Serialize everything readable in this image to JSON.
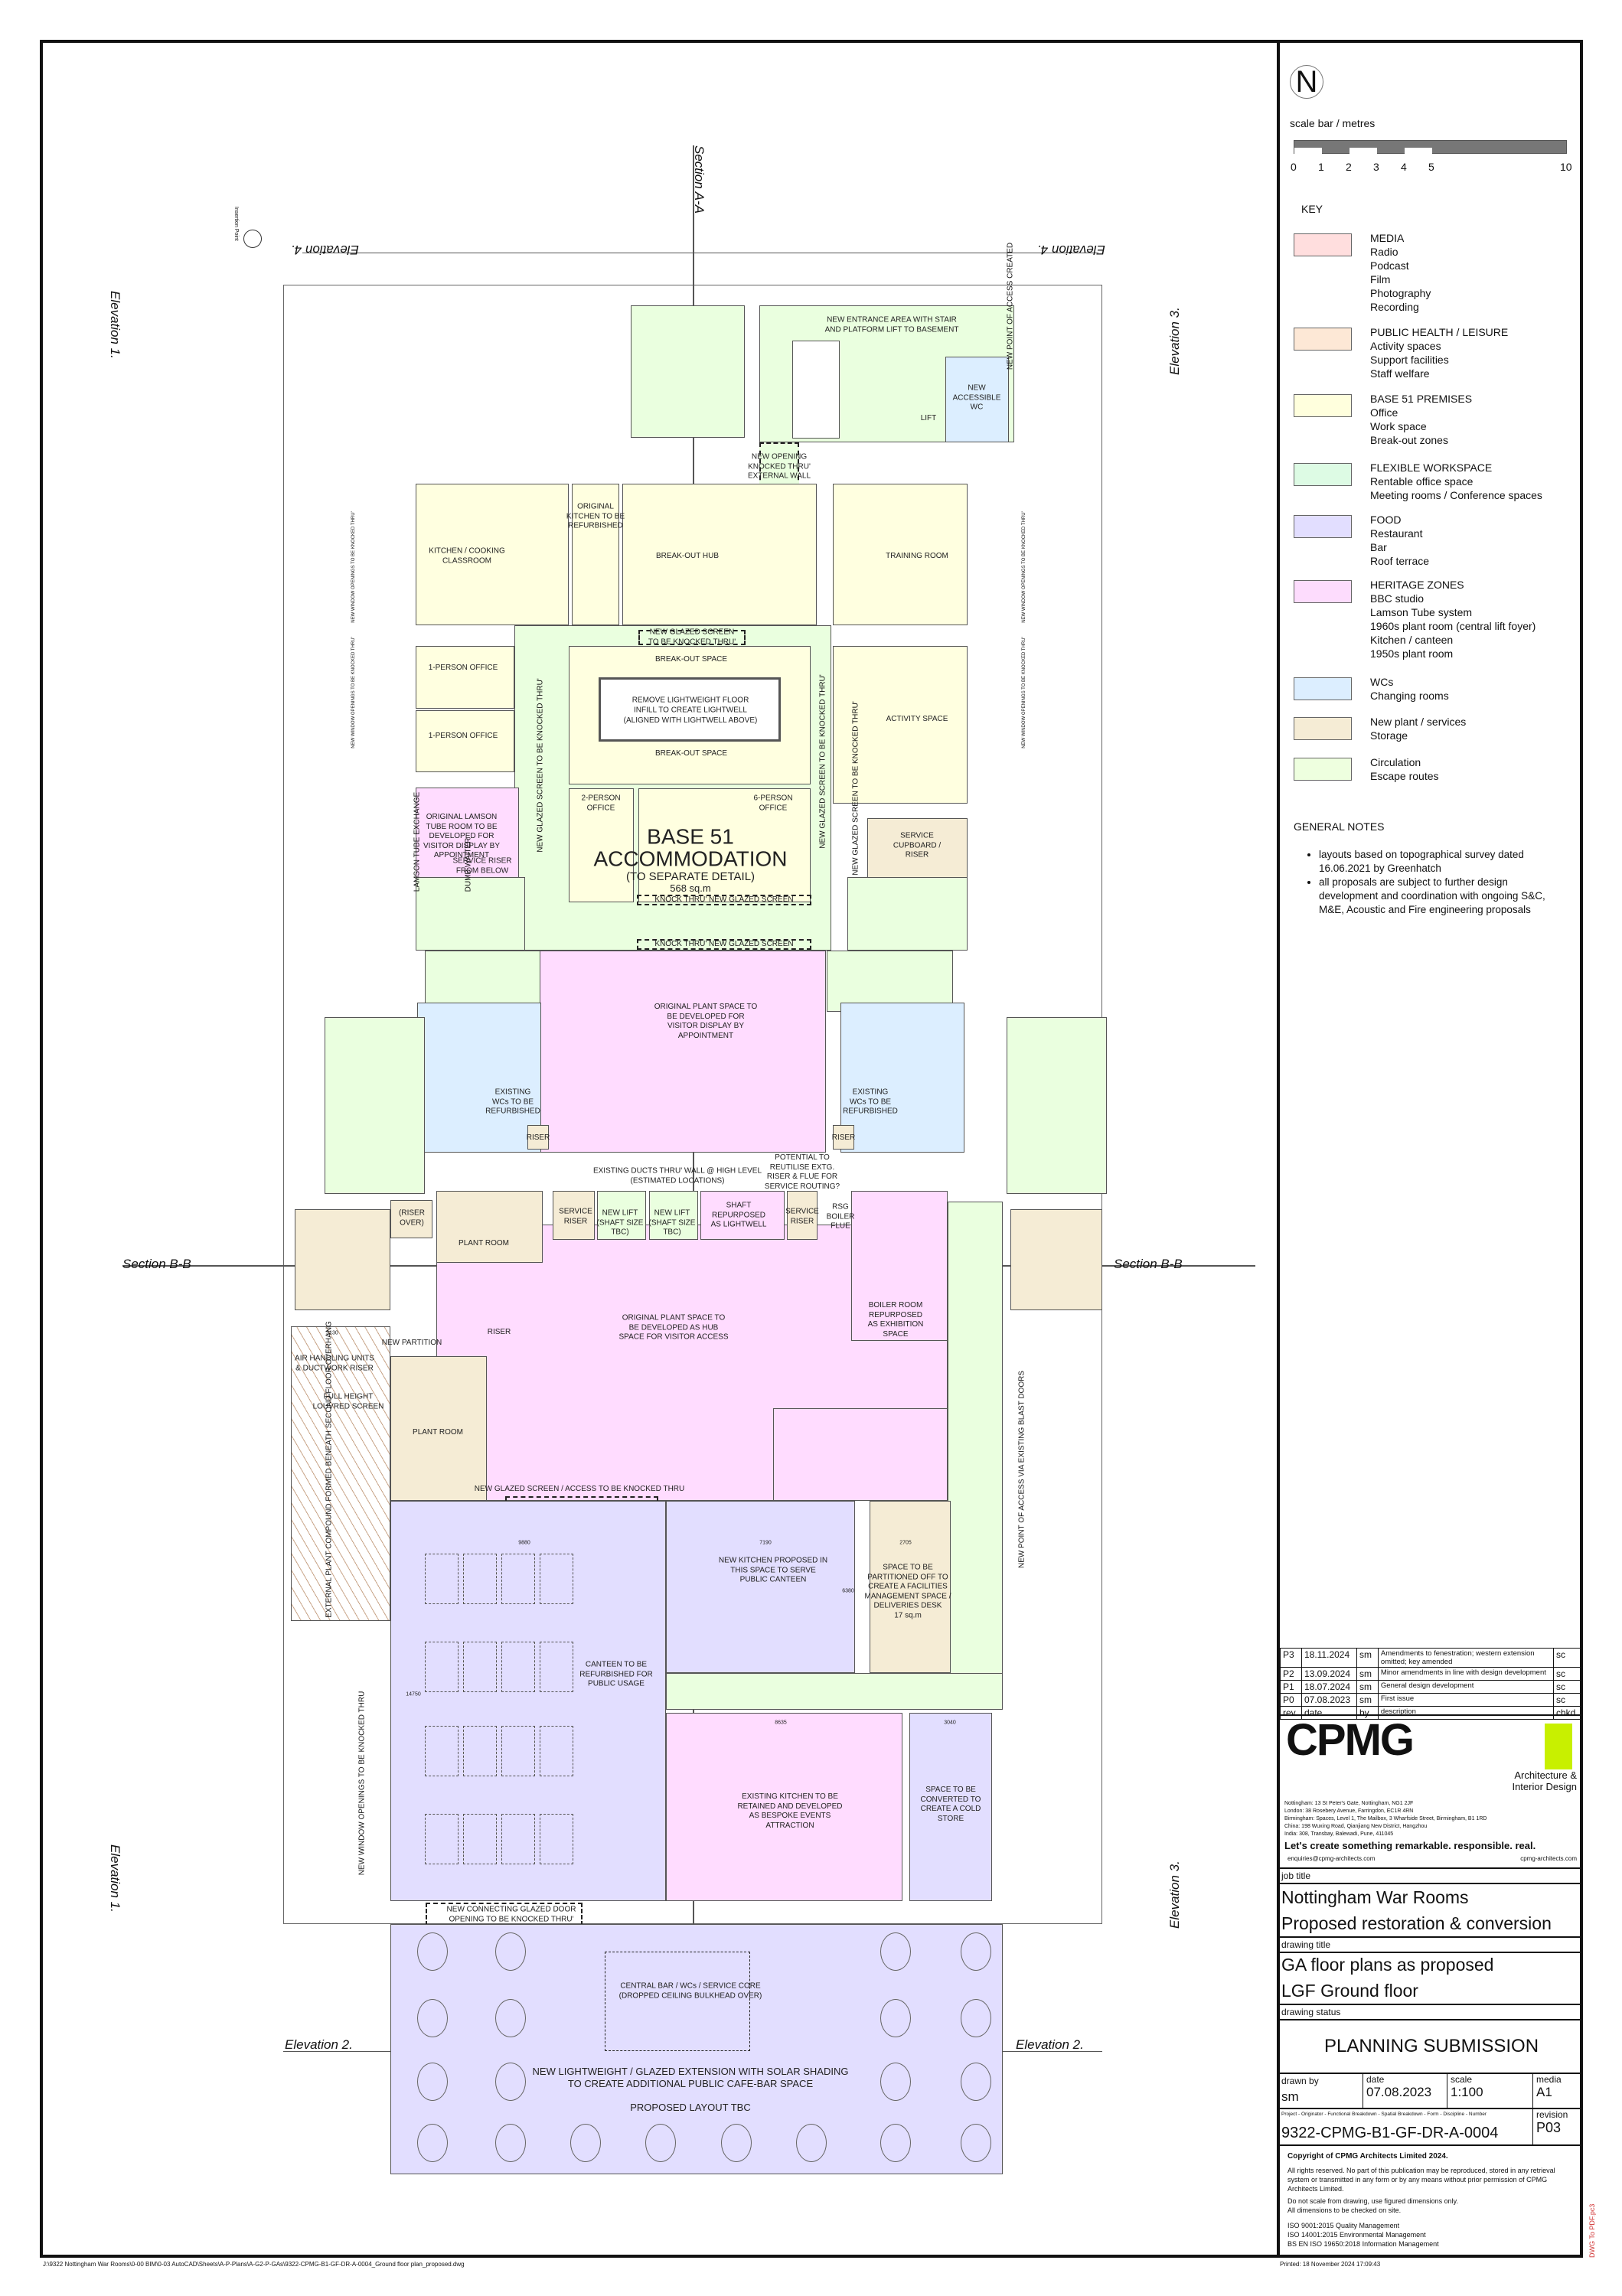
{
  "plan": {
    "refs": {
      "section_aa": "Section A-A",
      "section_bb_left": "Section B-B",
      "section_bb_right": "Section B-B",
      "elev1_top": "Elevation 1.",
      "elev1_bottom": "Elevation 1.",
      "elev2_left": "Elevation 2.",
      "elev2_right": "Elevation 2.",
      "elev3_top": "Elevation 3.",
      "elev3_bottom": "Elevation 3.",
      "elev4_left": "Elevation 4.",
      "elev4_right": "Elevation 4.",
      "insertion_point": "Insertion Point"
    },
    "labels": {
      "entrance": "NEW ENTRANCE AREA WITH STAIR\nAND PLATFORM LIFT TO BASEMENT",
      "access_created": "NEW POINT OF ACCESS CREATED",
      "accessible_wc": "NEW\nACCESSIBLE\nWC",
      "lift": "LIFT",
      "new_opening": "NEW OPENING\nKNOCKED THRU'\nEXTERNAL WALL",
      "kitchen_classroom": "KITCHEN / COOKING\nCLASSROOM",
      "original_kitchen": "ORIGINAL\nKITCHEN TO BE\nREFURBISHED",
      "breakout_hub": "BREAK-OUT HUB",
      "training_room": "TRAINING ROOM",
      "glazed_screen_top": "NEW GLAZED SCREEN\nTO BE KNOCKED THRU'",
      "office1a": "1-PERSON OFFICE",
      "office1b": "1-PERSON OFFICE",
      "breakout_space_top": "BREAK-OUT SPACE",
      "breakout_space_bottom": "BREAK-OUT SPACE",
      "lightwell": "REMOVE LIGHTWEIGHT FLOOR\nINFILL TO CREATE LIGHTWELL",
      "lightwell_note": "(ALIGNED WITH LIGHTWELL ABOVE)",
      "glazed_screen_left": "NEW GLAZED SCREEN TO BE KNOCKED THRU'",
      "glazed_screen_mid": "NEW GLAZED SCREEN TO BE KNOCKED THRU'",
      "glazed_screen_right": "NEW GLAZED SCREEN TO BE KNOCKED THRU'",
      "activity_space": "ACTIVITY SPACE",
      "lamson_room": "ORIGINAL LAMSON\nTUBE ROOM TO BE\nDEVELOPED FOR\nVISITOR DISPLAY BY\nAPPOINTMENT",
      "lamson_exchange": "LAMSON TUBE EXCHANGE",
      "dumb_waiter": "DUMB WAITER",
      "service_riser_below": "SERVICE RISER\nFROM BELOW",
      "office2": "2-PERSON\nOFFICE",
      "office6": "6-PERSON\nOFFICE",
      "base51_title": "BASE 51\nACCOMMODATION",
      "base51_sub": "(TO SEPARATE DETAIL)",
      "base51_area": "568 sq.m",
      "service_cupboard": "SERVICE\nCUPBOARD /\nRISER",
      "knock_thru_1": "KNOCK THRU' NEW GLAZED SCREEN",
      "knock_thru_2": "KNOCK THRU' NEW GLAZED SCREEN",
      "window_left_top": "NEW WINDOW OPENINGS TO BE KNOCKED THRU'",
      "window_left_mid": "NEW WINDOW OPENINGS TO BE KNOCKED THRU'",
      "window_right_top": "NEW WINDOW OPENINGS TO BE KNOCKED THRU'",
      "window_right_mid": "NEW WINDOW OPENINGS TO BE KNOCKED THRU'",
      "window_left_bottom": "NEW WINDOW OPENINGS TO BE KNOCKED THRU",
      "orig_plant_display": "ORIGINAL PLANT SPACE TO\nBE DEVELOPED FOR\nVISITOR DISPLAY BY\nAPPOINTMENT",
      "wcs_left": "EXISTING\nWCs TO BE\nREFURBISHED",
      "wcs_right": "EXISTING\nWCs TO BE\nREFURBISHED",
      "riser_left": "RISER",
      "riser_right": "RISER",
      "ducts": "EXISTING DUCTS THRU' WALL @ HIGH LEVEL\n(ESTIMATED LOCATIONS)",
      "potential": "POTENTIAL TO\nREUTILISE EXTG.\nRISER & FLUE FOR\nSERVICE ROUTING?",
      "riser_over": "(RISER\nOVER)",
      "plant_room_1": "PLANT ROOM",
      "service_riser_1": "SERVICE\nRISER",
      "new_lift_1": "NEW LIFT\n(SHAFT SIZE\nTBC)",
      "new_lift_2": "NEW LIFT\n(SHAFT SIZE\nTBC)",
      "shaft_lightwell": "SHAFT\nREPURPOSED\nAS LIGHTWELL",
      "service_riser_2": "SERVICE\nRISER",
      "rsg_flue": "RSG\nBOILER\nFLUE",
      "orig_plant_hub": "ORIGINAL PLANT SPACE TO\nBE DEVELOPED AS HUB\nSPACE FOR VISITOR ACCESS",
      "riser_hub": "RISER",
      "boiler_room": "BOILER ROOM\nREPURPOSED\nAS EXHIBITION\nSPACE",
      "new_partition": "NEW PARTITION",
      "air_handling": "AIR HANDLING UNITS\n& DUCTWORK RISER",
      "louvred": "FULL HEIGHT\nLOUVRED SCREEN",
      "external_plant": "EXTERNAL PLANT COMPOUND FORMED\nBENEATH SECOND FLOOR OVERHANG",
      "plant_room_2": "PLANT ROOM",
      "access_blast": "NEW POINT OF ACCESS VIA\nEXISTING BLAST DOORS",
      "glazed_access": "NEW GLAZED SCREEN / ACCESS TO BE KNOCKED THRU",
      "new_kitchen": "NEW KITCHEN PROPOSED IN\nTHIS SPACE TO SERVE\nPUBLIC CANTEEN",
      "fm_space": "SPACE TO BE\nPARTITIONED OFF TO\nCREATE A FACILITIES\nMANAGEMENT SPACE /\nDELIVERIES DESK\n17 sq.m",
      "canteen": "CANTEEN TO BE\nREFURBISHED FOR\nPUBLIC USAGE",
      "existing_kitchen": "EXISTING KITCHEN TO BE\nRETAINED AND DEVELOPED\nAS BESPOKE EVENTS\nATTRACTION",
      "cold_store": "SPACE TO BE\nCONVERTED TO\nCREATE A COLD\nSTORE",
      "glazed_door": "NEW CONNECTING GLAZED DOOR\nOPENING TO BE KNOCKED THRU'",
      "central_bar": "CENTRAL BAR / WCs / SERVICE CORE\n(DROPPED CEILING BULKHEAD OVER)",
      "extension": "NEW LIGHTWEIGHT / GLAZED EXTENSION WITH SOLAR SHADING\nTO CREATE ADDITIONAL PUBLIC CAFE-BAR SPACE",
      "layout_tbc": "PROPOSED LAYOUT TBC"
    },
    "dims": {
      "d9880": "9880",
      "d7190": "7190",
      "d2705": "2705",
      "d14750": "14750",
      "d6380": "6380",
      "d8635": "8635",
      "d3040": "3040",
      "d3130": "3130"
    }
  },
  "panel": {
    "north": "N",
    "scale_label": "scale bar / metres",
    "scale_ticks": [
      "0",
      "1",
      "2",
      "3",
      "4",
      "5",
      "10"
    ],
    "key_title": "KEY",
    "key": [
      {
        "color": "#ffdede",
        "text": "MEDIA\nRadio\nPodcast\nFilm\nPhotography\nRecording"
      },
      {
        "color": "#fde8d6",
        "text": "PUBLIC HEALTH / LEISURE\nActivity spaces\nSupport facilities\nStaff welfare"
      },
      {
        "color": "#ffffdd",
        "text": "BASE 51 PREMISES\nOffice\nWork space\nBreak-out zones"
      },
      {
        "color": "#ddfbe4",
        "text": "FLEXIBLE WORKSPACE\nRentable office space\nMeeting rooms / Conference spaces"
      },
      {
        "color": "#e2deff",
        "text": "FOOD\nRestaurant\nBar\nRoof terrace"
      },
      {
        "color": "#fddcfd",
        "text": "HERITAGE ZONES\nBBC studio\nLamson Tube system\n1960s plant room (central lift foyer)\nKitchen / canteen\n1950s plant room"
      },
      {
        "color": "#dceeff",
        "text": "WCs\nChanging rooms"
      },
      {
        "color": "#f5ecd5",
        "text": "New plant / services\nStorage"
      },
      {
        "color": "#eeffdf",
        "text": "Circulation\nEscape routes"
      }
    ],
    "notes_title": "GENERAL NOTES",
    "notes": [
      "layouts based on topographical survey dated 16.06.2021 by Greenhatch",
      "all proposals are subject to further design development and coordination with ongoing S&C, M&E, Acoustic and Fire engineering proposals"
    ]
  },
  "revisions": {
    "rows": [
      {
        "rev": "P3",
        "date": "18.11.2024",
        "by": "sm",
        "desc": "Amendments to fenestration; western extension omitted; key amended",
        "chkd": "sc"
      },
      {
        "rev": "P2",
        "date": "13.09.2024",
        "by": "sm",
        "desc": "Minor amendments in line with design development",
        "chkd": "sc"
      },
      {
        "rev": "P1",
        "date": "18.07.2024",
        "by": "sm",
        "desc": "General design development",
        "chkd": "sc"
      },
      {
        "rev": "P0",
        "date": "07.08.2023",
        "by": "sm",
        "desc": "First issue",
        "chkd": "sc"
      }
    ],
    "header": {
      "rev": "rev",
      "date": "date",
      "by": "by",
      "desc": "description",
      "chkd": "chkd"
    }
  },
  "company": {
    "logo": "CPMG",
    "tagline_side": "Architecture &\nInterior Design",
    "addresses": [
      "Nottingham: 13 St Peter's Gate, Nottingham, NG1 2JF",
      "London: 38 Rosebery Avenue, Farringdon, EC1R 4RN",
      "Birmingham: Spaces, Level 1, The Mailbox, 3 Wharfside Street, Birmingham, B1 1RD",
      "China: 198 Wuxing Road, Qianjiang New District, Hangzhou",
      "India: 308, Transbay, Balewadi, Pune, 411045"
    ],
    "slogan": "Let's create something remarkable. responsible. real.",
    "email": "enquiries@cpmg-architects.com",
    "web": "cpmg-architects.com",
    "accent": "#c8f000"
  },
  "titleblock": {
    "job_title_label": "job title",
    "job_title_1": "Nottingham War Rooms",
    "job_title_2": "Proposed restoration & conversion",
    "drawing_title_label": "drawing title",
    "drawing_title_1": "GA floor plans as proposed",
    "drawing_title_2": "LGF Ground floor",
    "drawing_status_label": "drawing status",
    "drawing_status": "PLANNING SUBMISSION",
    "drawn_by_label": "drawn by",
    "drawn_by": "sm",
    "date_label": "date",
    "date": "07.08.2023",
    "scale_label": "scale",
    "scale": "1:100",
    "media_label": "media",
    "media": "A1",
    "code_label": "Project - Originator - Functional Breakdown - Spatial Breakdown - Form - Discipline - Number",
    "revision_label": "revision",
    "drawing_number": "9322-CPMG-B1-GF-DR-A-0004",
    "revision": "P03",
    "copyright": "Copyright of CPMG Architects Limited 2024.",
    "rights": "All rights reserved. No part of this publication may be reproduced, stored in any retrieval system or transmitted in any form or by any means without prior permission of CPMG Architects Limited.",
    "scale_note": "Do not scale from drawing, use figured dimensions only.\nAll dimensions to be checked on site.",
    "iso": "ISO 9001:2015  Quality Management\nISO 14001:2015  Environmental Management\nBS EN ISO 19650:2018  Information Management",
    "pdf_tag": "DWG To PDF.pc3"
  },
  "footer": {
    "path": "J:\\9322 Nottingham War Rooms\\0-00 BIM\\0-03 AutoCAD\\Sheets\\A-P-Plans\\A-G2-P-GAs\\9322-CPMG-B1-GF-DR-A-0004_Ground floor plan_proposed.dwg",
    "printed": "Printed:  18 November 2024 17:09:43"
  }
}
